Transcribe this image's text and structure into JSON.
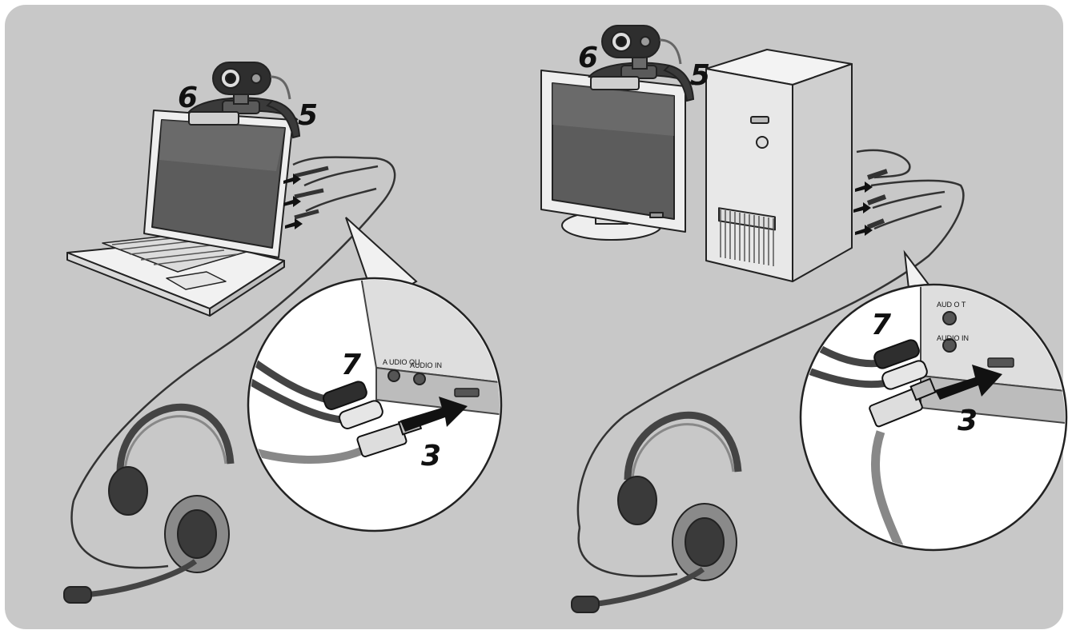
{
  "colors": {
    "panel": "#c8c8c8",
    "line": "#222222",
    "device_light": "#f1f1f1",
    "device_mid": "#9a9a9a",
    "device_dark": "#3a3a3a",
    "screen": "#5c5c5c",
    "arrow": "#111111"
  },
  "left_scene": {
    "callouts": {
      "six": "6",
      "five": "5",
      "seven": "7",
      "three": "3"
    },
    "port_labels": {
      "audio_out": "A UDIO OU",
      "audio_in": "AUDIO IN"
    }
  },
  "right_scene": {
    "callouts": {
      "six": "6",
      "five": "5",
      "seven": "7",
      "three": "3"
    },
    "port_labels": {
      "audio_out": "AUD  O T",
      "audio_in": "AUDIO IN"
    }
  }
}
